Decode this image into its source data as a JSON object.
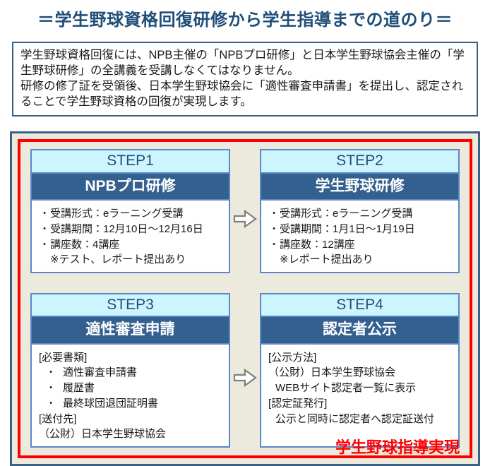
{
  "page": {
    "title": "＝学生野球資格回復研修から学生指導までの道のり＝"
  },
  "intro": {
    "paragraph1": "学生野球資格回復には、NPB主催の「NPBプロ研修」と日本学生野球協会主催の「学生野球研修」の全講義を受講しなくてはなりません。",
    "paragraph2": "研修の修了証を受領後、日本学生野球協会に「適性審査申請書」を提出し、認定されることで学生野球資格の回復が実現します。"
  },
  "icons": {
    "bullet": "•"
  },
  "steps": [
    {
      "step_label": "STEP1",
      "title": "NPBプロ研修",
      "lines": [
        {
          "bullet": true,
          "text": "受講形式：eラーニング受講"
        },
        {
          "bullet": true,
          "text": "受講期間：12月10日～12月16日"
        },
        {
          "bullet": true,
          "text": "講座数：4講座"
        },
        {
          "bullet": false,
          "text": "※テスト、レポート提出あり"
        }
      ]
    },
    {
      "step_label": "STEP2",
      "title": "学生野球研修",
      "lines": [
        {
          "bullet": true,
          "text": "受講形式：eラーニング受講"
        },
        {
          "bullet": true,
          "text": "受講期間：1月1日～1月19日"
        },
        {
          "bullet": true,
          "text": "講座数：12講座"
        },
        {
          "bullet": false,
          "text": "※レポート提出あり"
        }
      ]
    },
    {
      "step_label": "STEP3",
      "title": "適性審査申請",
      "lines": [
        {
          "bullet": false,
          "text": "[必要書類]"
        },
        {
          "bullet": true,
          "text": "適性審査申請書"
        },
        {
          "bullet": true,
          "text": "履歴書"
        },
        {
          "bullet": true,
          "text": "最終球団退団証明書"
        },
        {
          "bullet": false,
          "text": "[送付先]"
        },
        {
          "bullet": false,
          "text": "（公財）日本学生野球協会"
        }
      ]
    },
    {
      "step_label": "STEP4",
      "title": "認定者公示",
      "lines": [
        {
          "bullet": false,
          "text": "[公示方法]"
        },
        {
          "bullet": false,
          "text": "（公財）日本学生野球協会"
        },
        {
          "bullet": false,
          "text": "WEBサイト認定者一覧に表示"
        },
        {
          "bullet": false,
          "text": "[認定証発行]"
        },
        {
          "bullet": false,
          "text": "公示と同時に認定者へ認定証送付"
        }
      ]
    }
  ],
  "footer": {
    "result_label": "学生野球指導実現"
  },
  "colors": {
    "title_navy": "#1F4E79",
    "frame_border_blue": "#3A6186",
    "step_border_blue": "#5B87C5",
    "step_header_cyan": "#CCF5FF",
    "step_title_navy": "#33608F",
    "panel_beige": "#ECE9DD",
    "accent_red": "#FF0000",
    "arrow_gray": "#7F7F7F"
  }
}
